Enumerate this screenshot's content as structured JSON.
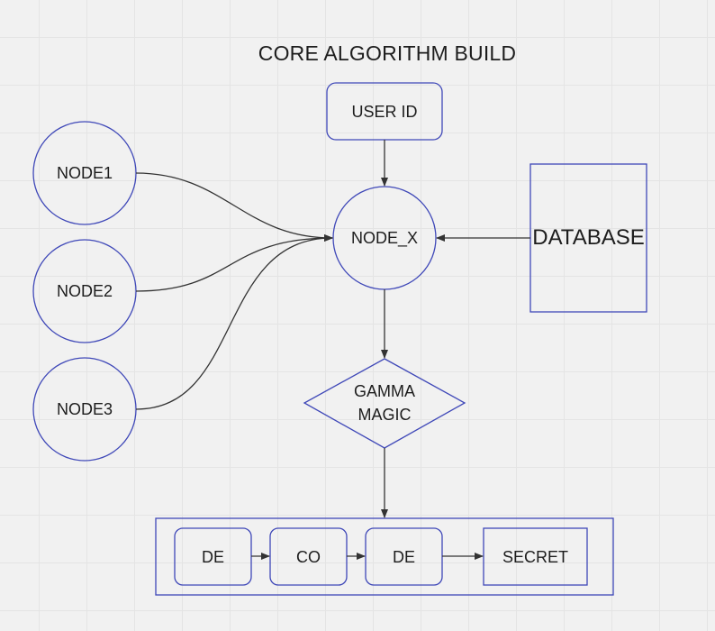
{
  "diagram": {
    "title": "CORE ALGORITHM BUILD",
    "colors": {
      "shape_stroke": "#3f48b8",
      "arrow": "#333333",
      "background": "#f1f1f1",
      "grid": "#e4e4e4"
    },
    "nodes": {
      "user_id": "USER ID",
      "node1": "NODE1",
      "node2": "NODE2",
      "node3": "NODE3",
      "node_x": "NODE_X",
      "database": "DATABASE",
      "gamma_magic": "GAMMA\nMAGIC",
      "de_1": "DE",
      "co": "CO",
      "de_2": "DE",
      "secret": "SECRET"
    },
    "edges": [
      {
        "from": "USER ID",
        "to": "NODE_X"
      },
      {
        "from": "NODE1",
        "to": "NODE_X"
      },
      {
        "from": "NODE2",
        "to": "NODE_X"
      },
      {
        "from": "NODE3",
        "to": "NODE_X"
      },
      {
        "from": "DATABASE",
        "to": "NODE_X"
      },
      {
        "from": "NODE_X",
        "to": "GAMMA MAGIC"
      },
      {
        "from": "GAMMA MAGIC",
        "to": "DE CO DE SECRET group"
      },
      {
        "from": "DE",
        "to": "CO"
      },
      {
        "from": "CO",
        "to": "DE"
      },
      {
        "from": "DE",
        "to": "SECRET"
      }
    ]
  }
}
